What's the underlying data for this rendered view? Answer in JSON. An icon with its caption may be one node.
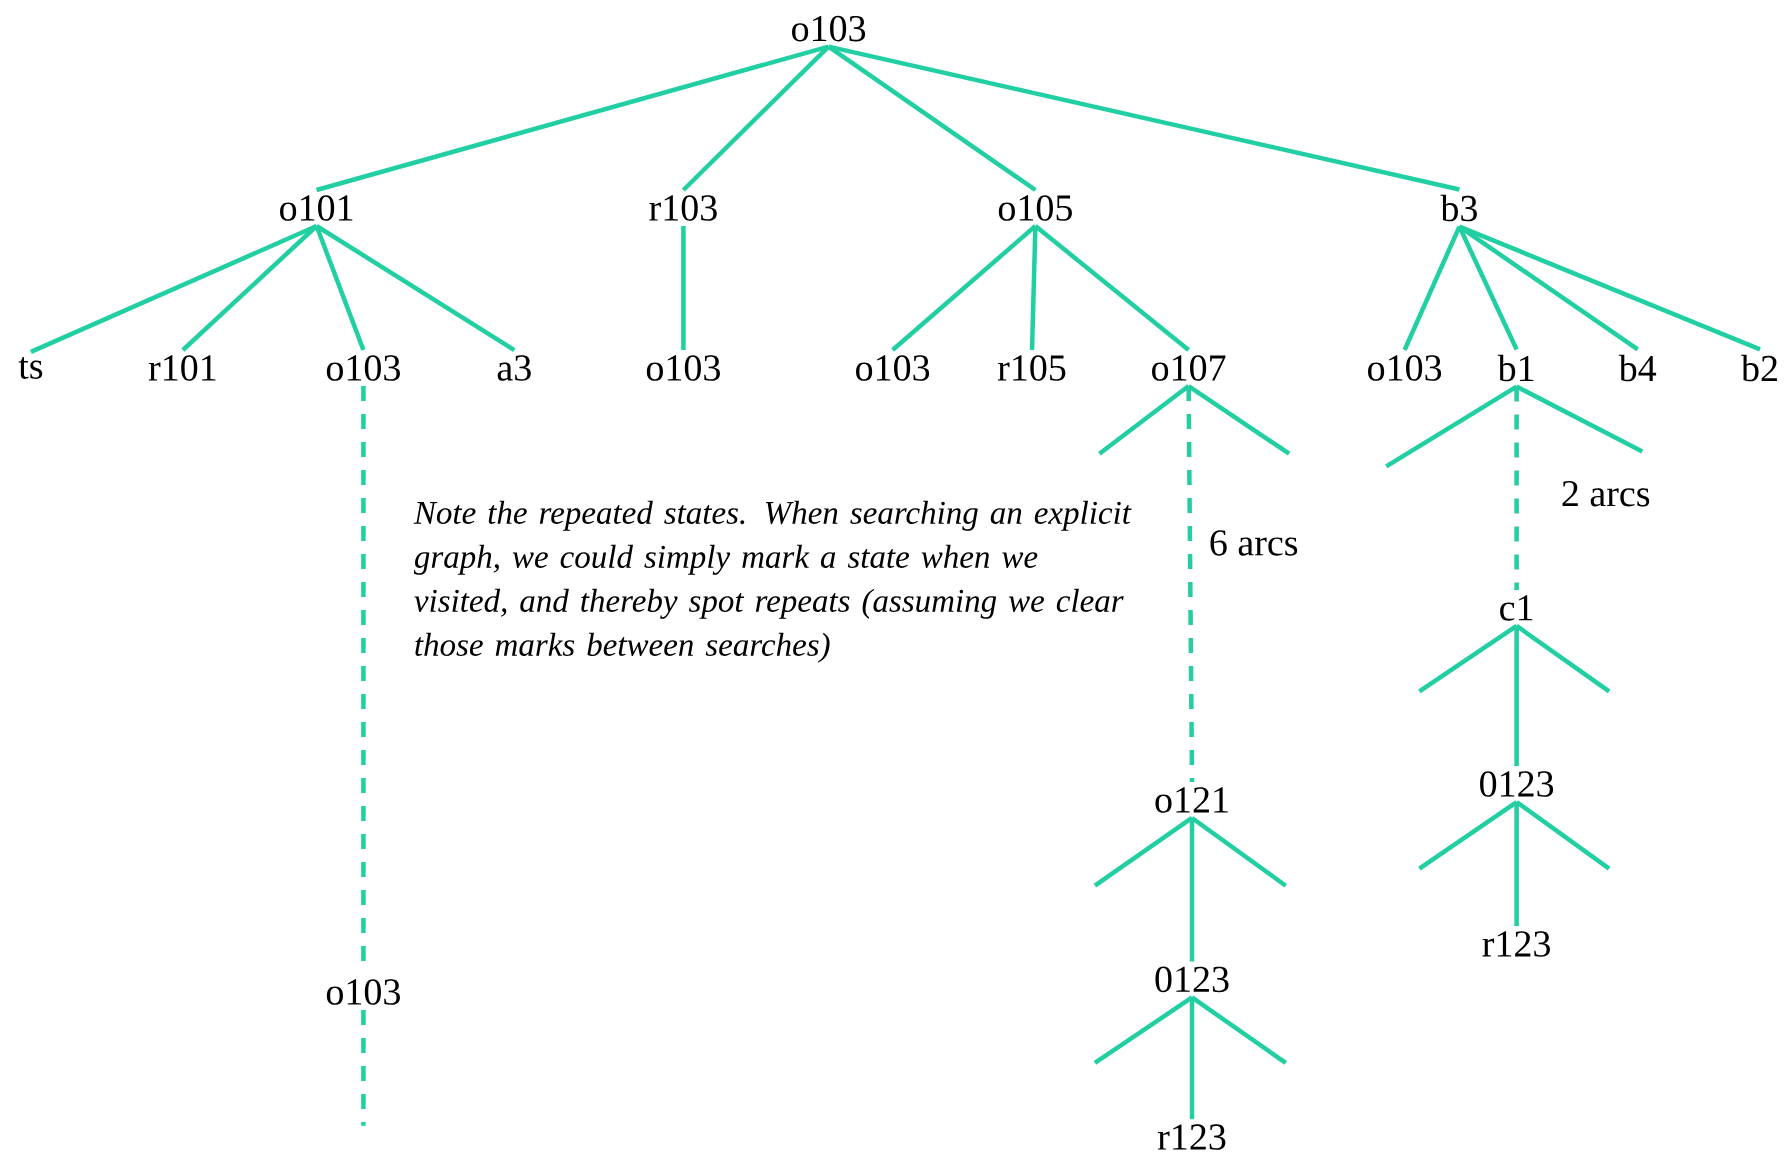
{
  "diagram": {
    "nodes": [
      {
        "text": [
          "o103"
        ]
      },
      {
        "text": [
          "o101"
        ]
      },
      {
        "text": [
          "r103"
        ]
      },
      {
        "text": [
          "o105"
        ]
      },
      {
        "text": [
          "b3"
        ]
      },
      {
        "text": [
          "ts"
        ]
      },
      {
        "text": [
          "r101"
        ]
      },
      {
        "text": [
          "o103"
        ]
      },
      {
        "text": [
          "a3"
        ]
      },
      {
        "text": [
          "o103"
        ]
      },
      {
        "text": [
          "o103"
        ]
      },
      {
        "text": [
          "r105"
        ]
      },
      {
        "text": [
          "o107"
        ]
      },
      {
        "text": [
          "o103"
        ]
      },
      {
        "text": [
          "b1"
        ]
      },
      {
        "text": [
          "b4"
        ]
      },
      {
        "text": [
          "b2"
        ]
      },
      {
        "text": [
          "o103"
        ]
      },
      {
        "text": [
          "o121"
        ]
      },
      {
        "text": [
          "0123"
        ]
      },
      {
        "text": [
          "r123"
        ]
      },
      {
        "text": [
          "c1"
        ]
      },
      {
        "text": [
          "0123"
        ]
      },
      {
        "text": [
          "r123"
        ]
      }
    ],
    "edges": [
      {
        "from": 0,
        "to": 1,
        "arrow": "none"
      },
      {
        "from": 0,
        "to": 2,
        "arrow": "none"
      },
      {
        "from": 0,
        "to": 3,
        "arrow": "none"
      },
      {
        "from": 0,
        "to": 4,
        "arrow": "none"
      },
      {
        "from": 1,
        "to": 5,
        "arrow": "none"
      },
      {
        "from": 1,
        "to": 6,
        "arrow": "none"
      },
      {
        "from": 1,
        "to": 7,
        "arrow": "none"
      },
      {
        "from": 1,
        "to": 8,
        "arrow": "none"
      },
      {
        "from": 2,
        "to": 9,
        "arrow": "none"
      },
      {
        "from": 3,
        "to": 10,
        "arrow": "none"
      },
      {
        "from": 3,
        "to": 11,
        "arrow": "none"
      },
      {
        "from": 3,
        "to": 12,
        "arrow": "none"
      },
      {
        "from": 4,
        "to": 13,
        "arrow": "none"
      },
      {
        "from": 4,
        "to": 14,
        "arrow": "none"
      },
      {
        "from": 4,
        "to": 15,
        "arrow": "none"
      },
      {
        "from": 4,
        "to": 16,
        "arrow": "none"
      },
      {
        "from": 7,
        "to": 17,
        "arrow": "none",
        "style": "dashed"
      },
      {
        "from": 17,
        "to": null,
        "arrow": "none",
        "style": "dashed"
      },
      {
        "from": 12,
        "to": 18,
        "arrow": "none",
        "style": "dashed",
        "label": "6 arcs"
      },
      {
        "from": 12,
        "to": null,
        "arrow": "none"
      },
      {
        "from": 12,
        "to": null,
        "arrow": "none"
      },
      {
        "from": 18,
        "to": 19,
        "arrow": "none"
      },
      {
        "from": 18,
        "to": null,
        "arrow": "none"
      },
      {
        "from": 18,
        "to": null,
        "arrow": "none"
      },
      {
        "from": 19,
        "to": 20,
        "arrow": "none"
      },
      {
        "from": 19,
        "to": null,
        "arrow": "none"
      },
      {
        "from": 19,
        "to": null,
        "arrow": "none"
      },
      {
        "from": 14,
        "to": 21,
        "arrow": "none",
        "style": "dashed",
        "label": "2 arcs"
      },
      {
        "from": 14,
        "to": null,
        "arrow": "none"
      },
      {
        "from": 14,
        "to": null,
        "arrow": "none"
      },
      {
        "from": 21,
        "to": 22,
        "arrow": "none"
      },
      {
        "from": 21,
        "to": null,
        "arrow": "none"
      },
      {
        "from": 21,
        "to": null,
        "arrow": "none"
      },
      {
        "from": 22,
        "to": 23,
        "arrow": "none"
      },
      {
        "from": 22,
        "to": null,
        "arrow": "none"
      },
      {
        "from": 22,
        "to": null,
        "arrow": "none"
      }
    ],
    "labels": [
      "Note the repeated states. When searching an explicit graph, we could simply mark a state when we visited, and thereby spot repeats (assuming we clear those marks between searches)"
    ]
  }
}
